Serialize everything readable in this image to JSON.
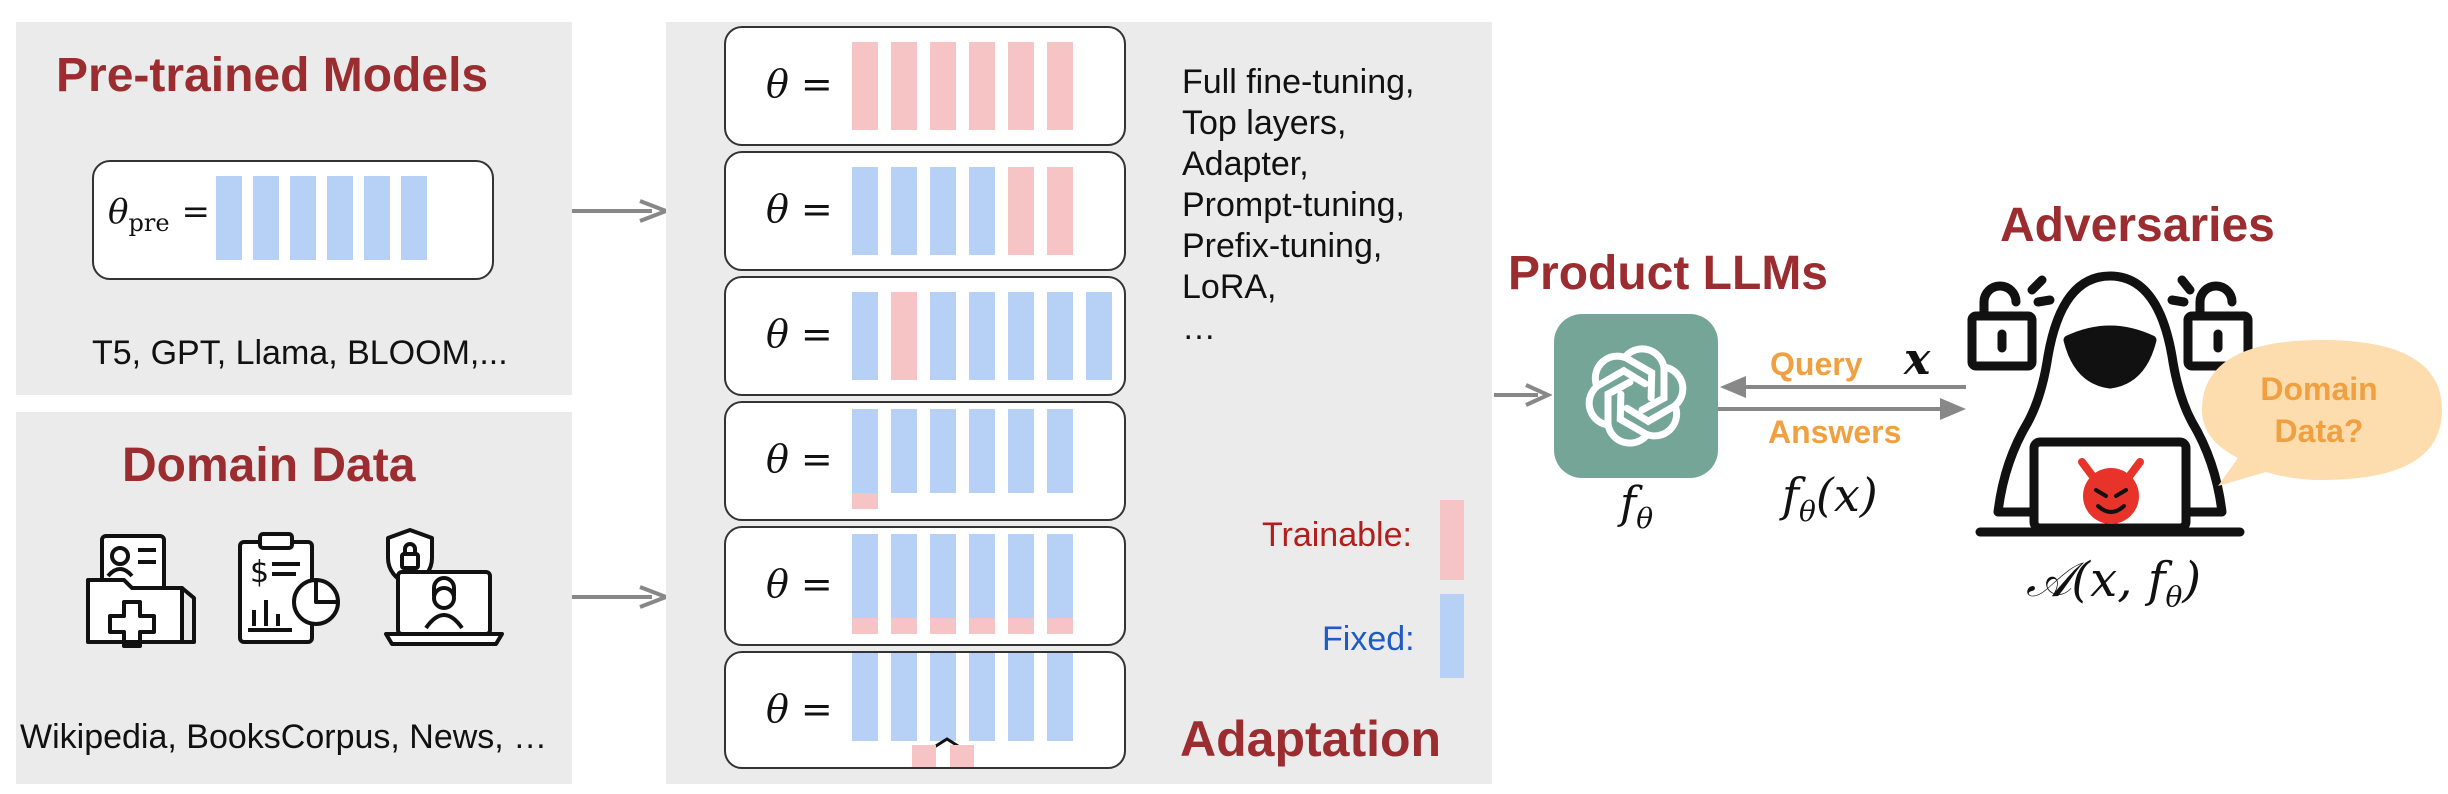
{
  "pretrained": {
    "title": "Pre-trained Models",
    "theta_label": "θ",
    "theta_sub": "pre",
    "equals": "=",
    "models_caption": "T5, GPT, Llama, BLOOM,..."
  },
  "domain": {
    "title": "Domain Data",
    "icons": [
      "medical-folder-icon",
      "financial-report-icon",
      "secure-video-call-icon"
    ],
    "corpora_caption": "Wikipedia, BooksCorpus, News, …"
  },
  "adaptation": {
    "title": "Adaptation",
    "theta_label": "θ",
    "equals": "=",
    "methods": [
      "Full fine-tuning,",
      "Top layers,",
      "Adapter,",
      "Prompt-tuning,",
      "Prefix-tuning,",
      "LoRA,",
      "…"
    ],
    "legend": [
      {
        "label": "Trainable:",
        "color": "#f7c4c6"
      },
      {
        "label": "Fixed:",
        "color": "#b7d1f6"
      }
    ],
    "configurations": [
      {
        "method": "Full fine-tuning",
        "bars": [
          "trainable",
          "trainable",
          "trainable",
          "trainable",
          "trainable",
          "trainable"
        ]
      },
      {
        "method": "Top layers",
        "bars": [
          "fixed",
          "fixed",
          "fixed",
          "fixed",
          "trainable",
          "trainable"
        ]
      },
      {
        "method": "Adapter",
        "bars": [
          "fixed",
          "trainable",
          "fixed",
          "fixed",
          "fixed",
          "fixed",
          "fixed"
        ]
      },
      {
        "method": "Prompt-tuning",
        "bars": [
          "fixed",
          "fixed",
          "fixed",
          "fixed",
          "fixed",
          "fixed"
        ]
      },
      {
        "method": "Prefix-tuning",
        "bars": [
          "fixed",
          "fixed",
          "fixed",
          "fixed",
          "fixed",
          "fixed"
        ]
      },
      {
        "method": "LoRA",
        "bars": [
          "fixed",
          "fixed",
          "fixed",
          "fixed",
          "fixed",
          "fixed"
        ]
      }
    ]
  },
  "product": {
    "title": "Product LLMs",
    "model_label": "f",
    "model_sub": "θ",
    "query_label": "Query",
    "query_var": "x",
    "answers_label": "Answers",
    "answers_expr": "f",
    "answers_expr_sub": "θ",
    "answers_expr_arg": "(x)"
  },
  "adversaries": {
    "title": "Adversaries",
    "speech": "Domain Data?",
    "attack_expr": "𝒜(x, f",
    "attack_sub": "θ",
    "attack_close": ")"
  },
  "colors": {
    "title_red": "#9b2d30",
    "trainable": "#f7c4c6",
    "fixed": "#b7d1f6",
    "panel": "#ebebeb",
    "chatgpt": "#74a596",
    "orange": "#f0a040",
    "trainable_text": "#b01e1e",
    "fixed_text": "#1f5bc4"
  }
}
